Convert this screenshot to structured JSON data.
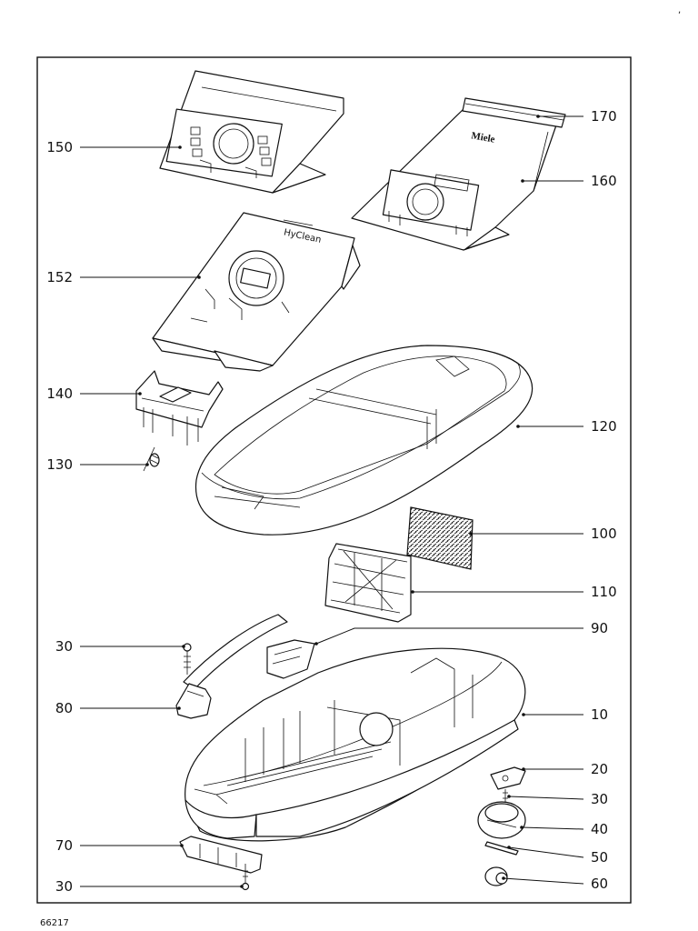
{
  "document_number": "66217",
  "corner_mark": ",",
  "bag_brand": "Miele",
  "bag_product": "HyClean",
  "parts": [
    {
      "id": "p150",
      "label": "150"
    },
    {
      "id": "p170",
      "label": "170"
    },
    {
      "id": "p160",
      "label": "160"
    },
    {
      "id": "p152",
      "label": "152"
    },
    {
      "id": "p140",
      "label": "140"
    },
    {
      "id": "p120",
      "label": "120"
    },
    {
      "id": "p130",
      "label": "130"
    },
    {
      "id": "p100",
      "label": "100"
    },
    {
      "id": "p110",
      "label": "110"
    },
    {
      "id": "p90",
      "label": "90"
    },
    {
      "id": "p30a",
      "label": "30"
    },
    {
      "id": "p80",
      "label": "80"
    },
    {
      "id": "p10",
      "label": "10"
    },
    {
      "id": "p20",
      "label": "20"
    },
    {
      "id": "p30b",
      "label": "30"
    },
    {
      "id": "p40",
      "label": "40"
    },
    {
      "id": "p70",
      "label": "70"
    },
    {
      "id": "p50",
      "label": "50"
    },
    {
      "id": "p30c",
      "label": "30"
    },
    {
      "id": "p60",
      "label": "60"
    }
  ]
}
